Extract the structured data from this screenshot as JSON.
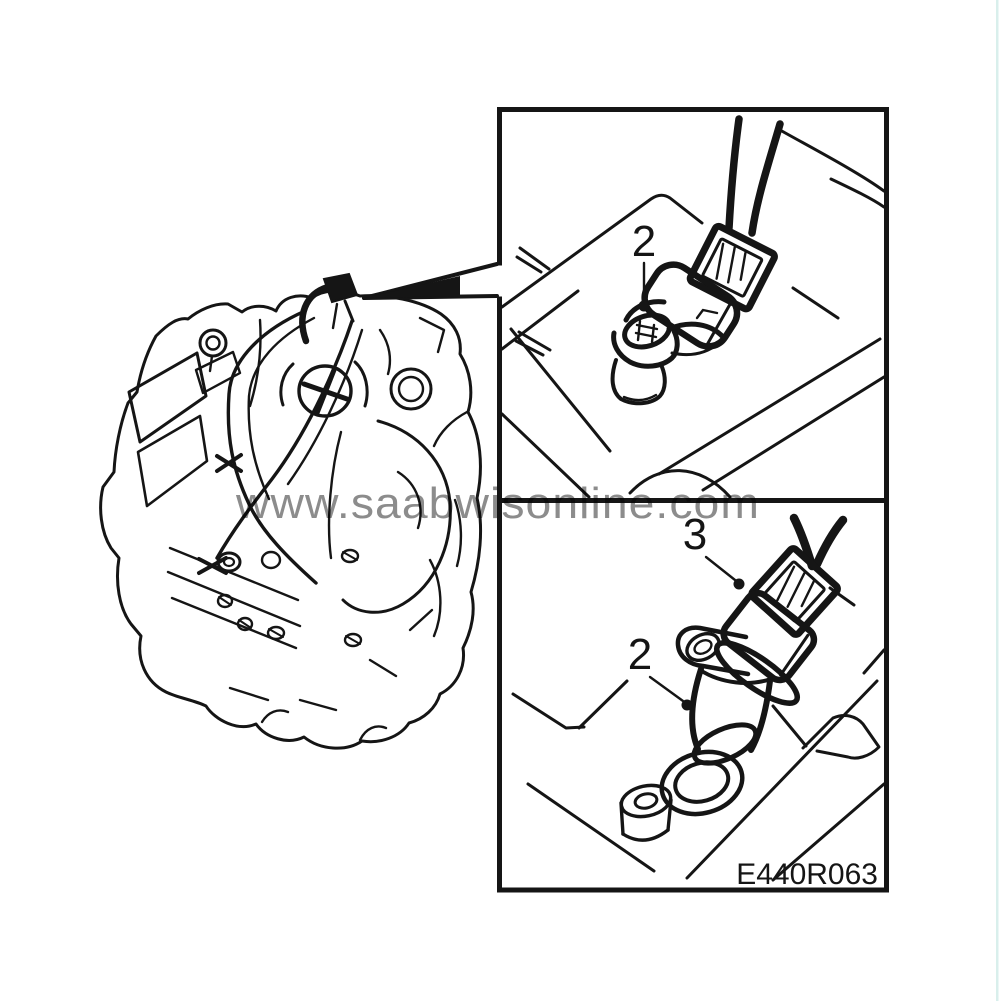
{
  "figure": {
    "watermark": "www.saabwisonline.com",
    "code": "E440R063"
  },
  "detail_panel": {
    "top_view": {
      "callouts": [
        {
          "ref": "2"
        }
      ]
    },
    "bottom_view": {
      "callouts": [
        {
          "ref": "3"
        },
        {
          "ref": "2"
        }
      ]
    }
  },
  "colors": {
    "line": "#151515",
    "watermark_gray": "#8c8c8c",
    "background": "#ffffff",
    "scan_edge_tint": "#d9efec"
  }
}
